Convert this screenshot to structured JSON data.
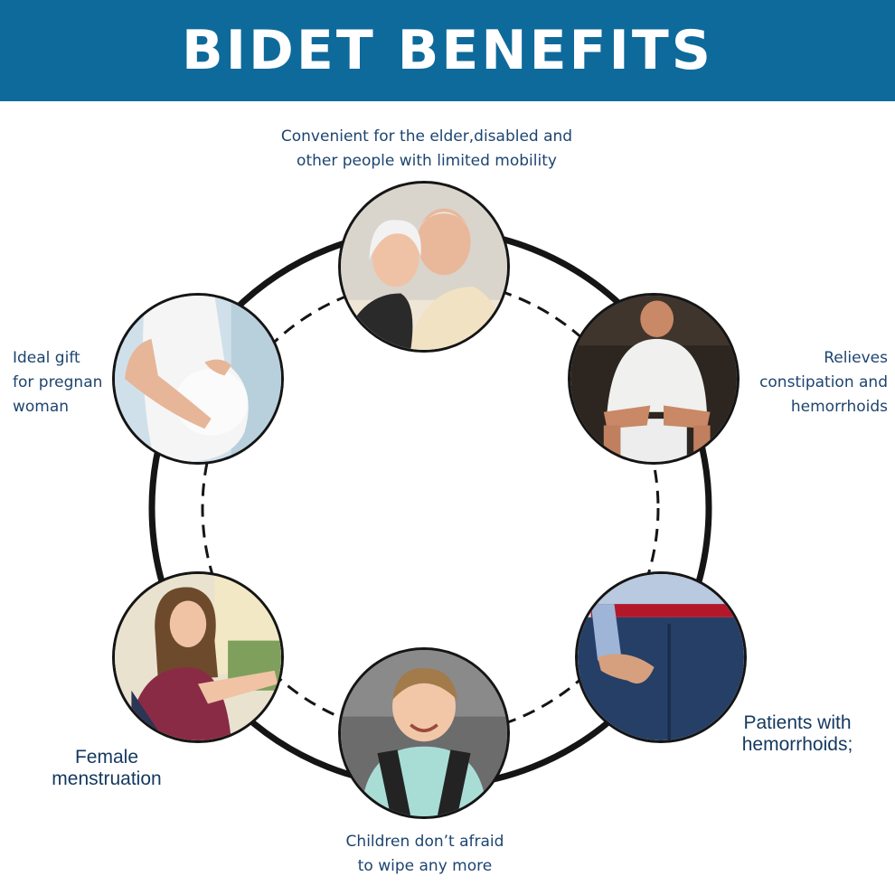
{
  "header": {
    "title": "BIDET BENEFITS"
  },
  "colors": {
    "banner": "#0e6a9a",
    "text": "#1d4470",
    "ring": "#151515"
  },
  "benefits": [
    {
      "id": "elderly",
      "lines": [
        "Convenient for the elder,disabled and",
        "other people with limited mobility"
      ],
      "image": "elderly-couple-photo"
    },
    {
      "id": "constipation",
      "lines": [
        "Relieves",
        "constipation and",
        "hemorrhoids"
      ],
      "image": "man-on-toilet-photo"
    },
    {
      "id": "patients",
      "lines": [
        "Patients with",
        "hemorrhoids;"
      ],
      "image": "man-holding-back-photo"
    },
    {
      "id": "children",
      "lines": [
        "Children don’t afraid",
        "to wipe any more"
      ],
      "image": "smiling-toddler-photo"
    },
    {
      "id": "menstruation",
      "lines": [
        "Female",
        "menstruation"
      ],
      "image": "relaxed-woman-photo"
    },
    {
      "id": "pregnant",
      "lines": [
        "Ideal gift",
        "for pregnan",
        "woman"
      ],
      "image": "pregnant-woman-photo"
    }
  ]
}
